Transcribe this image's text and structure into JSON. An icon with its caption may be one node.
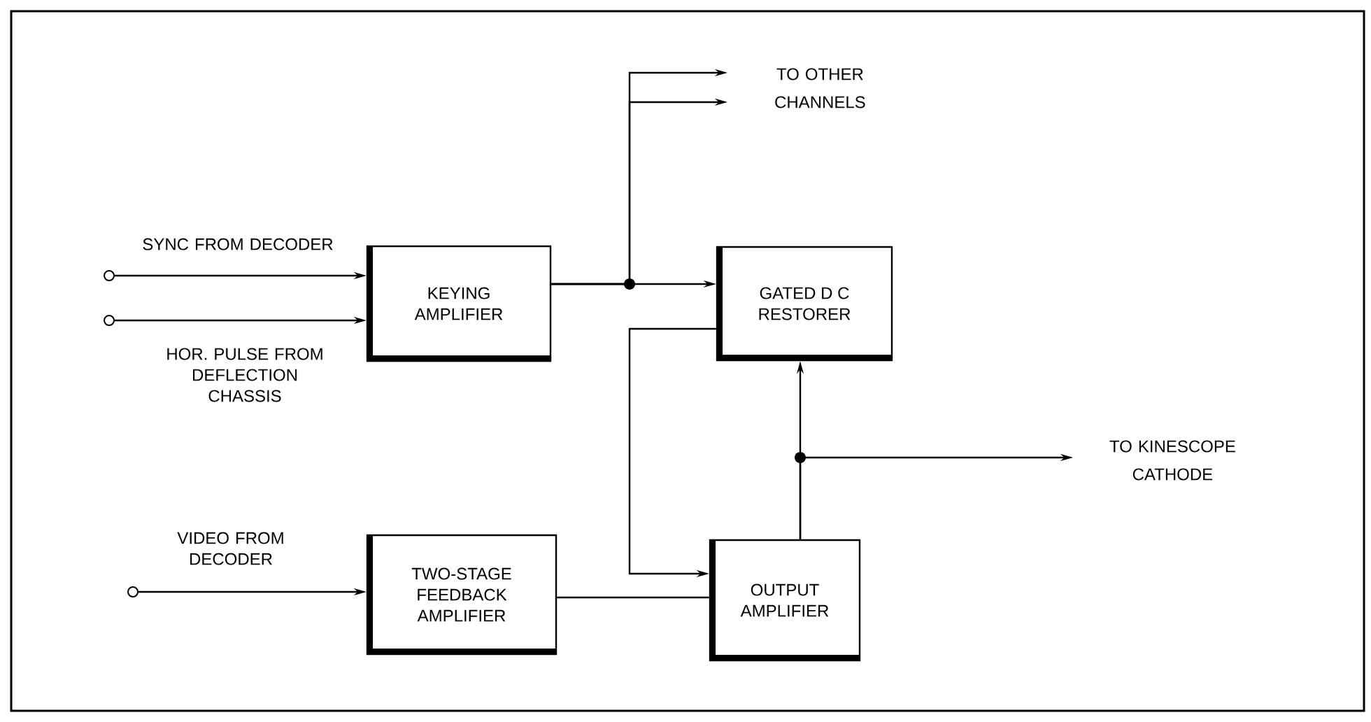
{
  "diagram": {
    "nodes": [
      {
        "text": [
          "KEYING AMPLIFIER"
        ]
      },
      {
        "text": [
          "GATED D C RESTORER"
        ]
      },
      {
        "text": [
          "TWO-STAGE FEEDBACK AMPLIFIER"
        ]
      },
      {
        "text": [
          "OUTPUT AMPLIFIER"
        ]
      },
      {
        "text": [],
        "shape": "circle"
      },
      {
        "text": [],
        "shape": "circle"
      },
      {
        "text": [],
        "shape": "circle"
      },
      {
        "text": [
          "TO OTHER CHANNELS"
        ]
      },
      {
        "text": [
          "TO KINESCOPE CATHODE"
        ]
      }
    ],
    "edges": [
      {
        "from": 4,
        "to": 0,
        "arrow": "to",
        "label": "SYNC FROM DECODER"
      },
      {
        "from": 5,
        "to": 0,
        "arrow": "to",
        "label": "HOR. PULSE FROM DEFLECTION CHASSIS"
      },
      {
        "from": 6,
        "to": 2,
        "arrow": "to",
        "label": "VIDEO FROM DECODER"
      },
      {
        "from": 0,
        "to": 1,
        "arrow": "to"
      },
      {
        "from": 0,
        "to": 7,
        "arrow": "to"
      },
      {
        "from": 0,
        "to": 7,
        "arrow": "to"
      },
      {
        "from": 2,
        "to": 3,
        "arrow": "none"
      },
      {
        "from": 1,
        "to": 3,
        "arrow": "to"
      },
      {
        "from": 3,
        "to": 1,
        "arrow": "to"
      },
      {
        "from": 3,
        "to": 8,
        "arrow": "to"
      }
    ]
  }
}
